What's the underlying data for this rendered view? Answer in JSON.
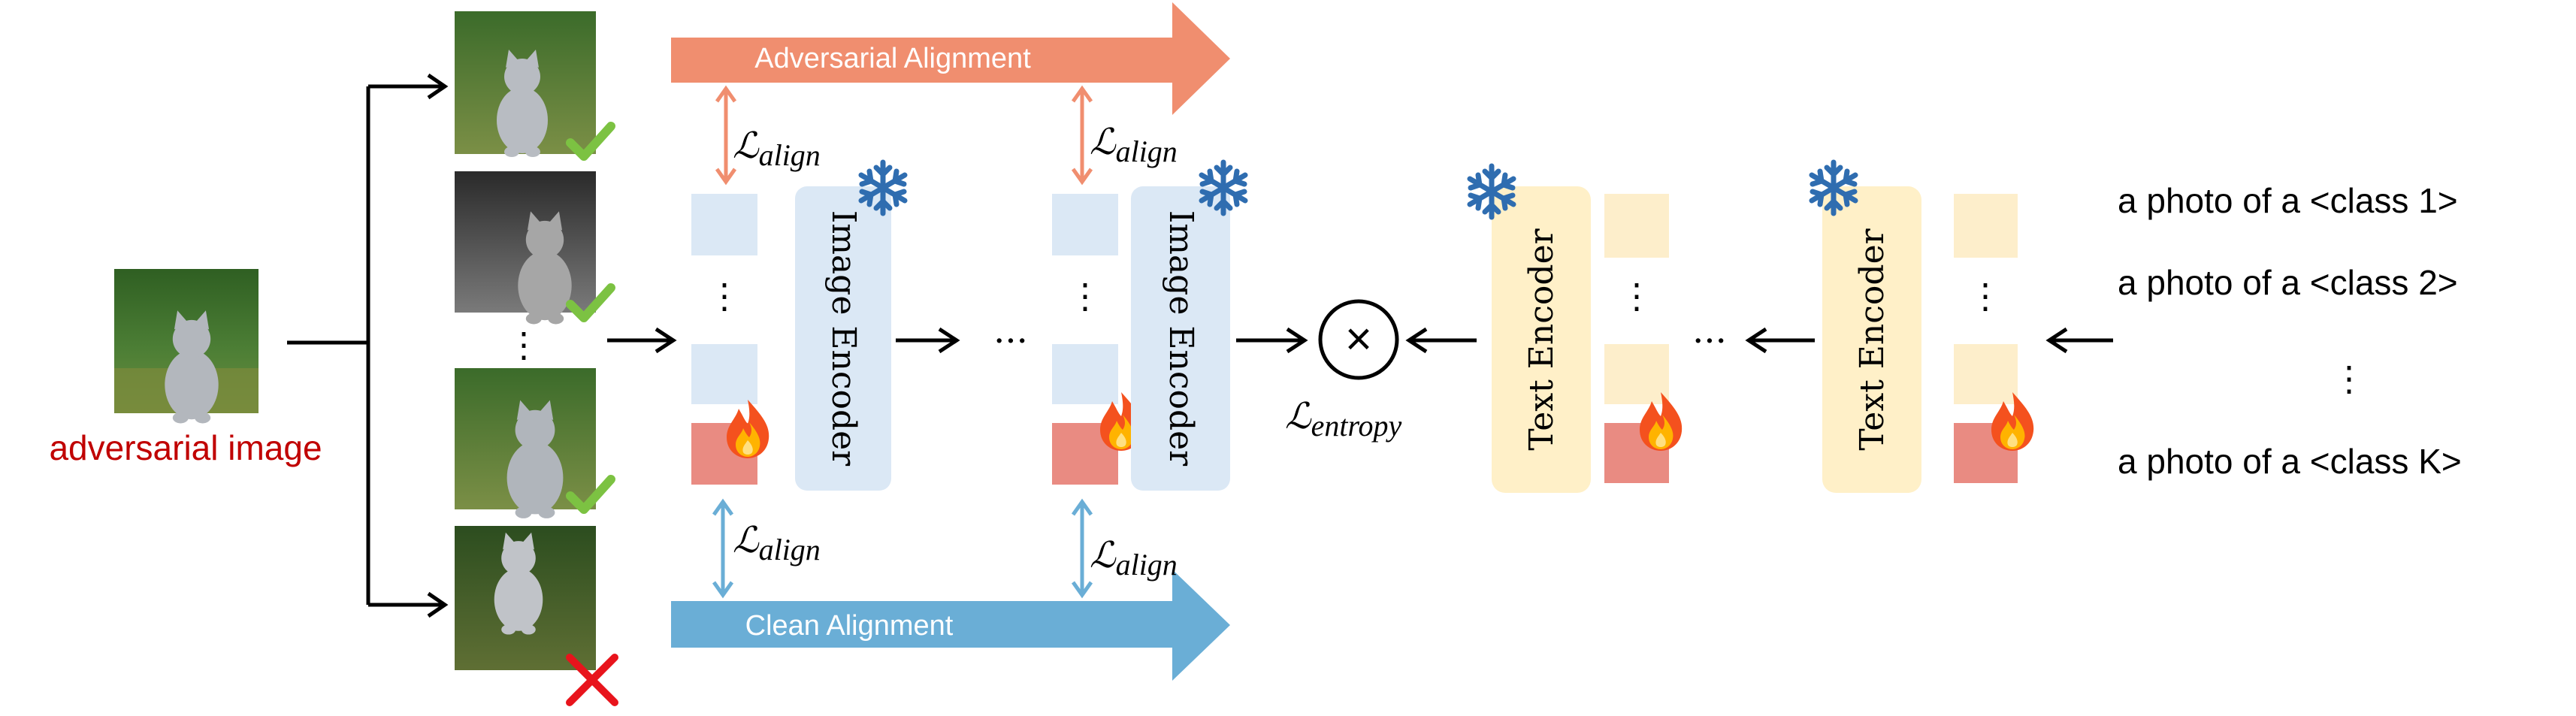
{
  "input": {
    "label": "adversarial image",
    "label_color": "#c00000"
  },
  "branches": {
    "ellipsis": "⋮",
    "results": [
      "correct",
      "correct",
      "correct",
      "incorrect"
    ]
  },
  "alignment": {
    "adversarial_label": "Adversarial Alignment",
    "adversarial_color": "#f08e6f",
    "clean_label": "Clean Alignment",
    "clean_color": "#6aaed6",
    "loss_script": "ℒ",
    "loss_sub": "align"
  },
  "image_encoder": {
    "label": "Image Encoder",
    "color": "#dbe8f5",
    "frozen_icon": "snowflake-icon",
    "trainable_icon": "fire-icon"
  },
  "text_encoder": {
    "label": "Text Encoder",
    "color": "#fff0c8",
    "frozen_icon": "snowflake-icon",
    "trainable_icon": "fire-icon"
  },
  "prompt_tokens": {
    "fixed_color": "#fdeecb",
    "learnable_color": "#e98b82",
    "vision_fixed_color": "#dbe8f5",
    "ellipsis": "⋮"
  },
  "combine": {
    "operator": "×",
    "loss_script": "ℒ",
    "loss_sub": "entropy"
  },
  "flow_ellipsis": "···",
  "text_prompts": {
    "items": [
      "a photo of a <class 1>",
      "a photo of a <class 2>",
      "a photo of a <class K>"
    ],
    "ellipsis": "⋮"
  },
  "colors": {
    "check": "#7cc242",
    "cross": "#e8141c",
    "snowflake": "#2f6db0",
    "arrow": "#000000"
  }
}
